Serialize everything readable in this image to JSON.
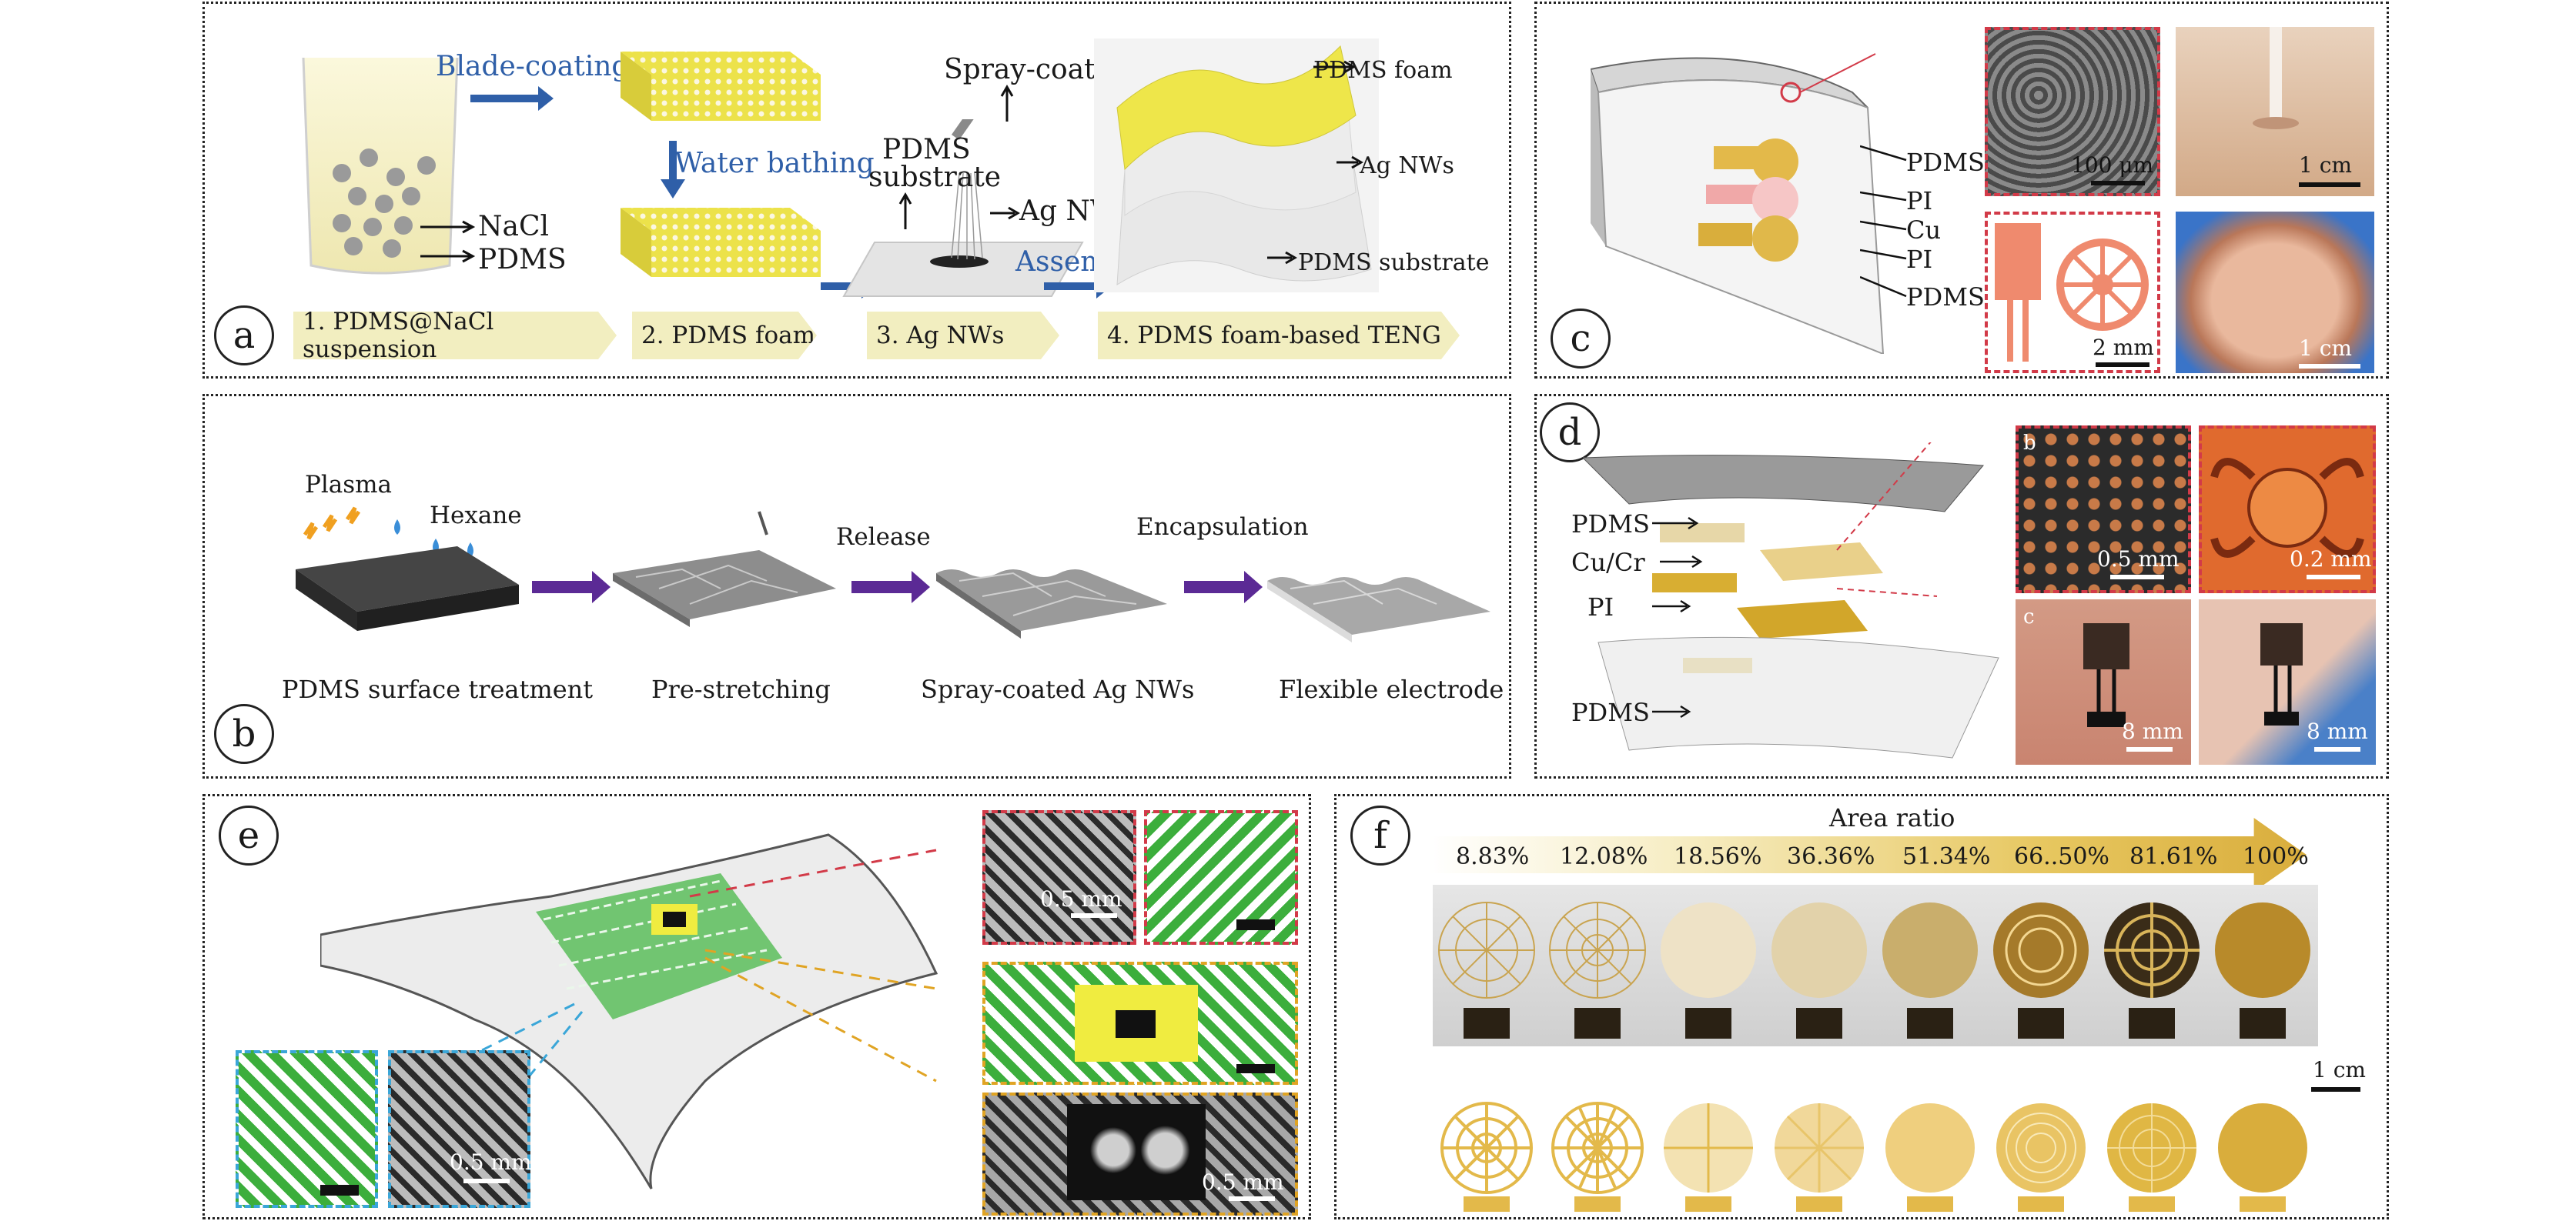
{
  "panel_a": {
    "letter": "a",
    "blade_coating": "Blade-coating",
    "water_bathing": "Water bathing",
    "spray_coater": "Spray-coater",
    "pdms_substrate_1": "PDMS",
    "pdms_substrate_2": "substrate",
    "ag_nws_center": "Ag NWs",
    "assembly": "Assembly",
    "nacl": "NaCl",
    "pdms": "PDMS",
    "pdms_foam_lbl": "PDMS foam",
    "ag_nws_lbl": "Ag NWs",
    "pdms_substrate_lbl": "PDMS substrate",
    "steps": [
      "1. PDMS@NaCl suspension",
      "2. PDMS foam",
      "3. Ag NWs",
      "4. PDMS foam-based TENG"
    ]
  },
  "panel_b": {
    "letter": "b",
    "plasma": "Plasma",
    "hexane": "Hexane",
    "release": "Release",
    "encapsulation": "Encapsulation",
    "captions": [
      "PDMS surface treatment",
      "Pre-stretching",
      "Spray-coated Ag NWs",
      "Flexible electrode"
    ]
  },
  "panel_c": {
    "letter": "c",
    "layers": [
      "PDMS",
      "PI",
      "Cu",
      "PI",
      "PDMS"
    ],
    "scale_sem": "100 μm",
    "scale_photo1": "1 cm",
    "scale_pattern": "2 mm",
    "scale_photo2": "1 cm"
  },
  "panel_d": {
    "letter": "d",
    "layers": [
      "PDMS",
      "Cu/Cr",
      "PI",
      "PDMS"
    ],
    "sub_b": "b",
    "sub_c": "c",
    "scale1": "0.5 mm",
    "scale2": "0.2 mm",
    "scale3": "8 mm",
    "scale4": "8 mm"
  },
  "panel_e": {
    "letter": "e",
    "scale_top": "0.5 mm",
    "scale_left": "0.5 mm",
    "scale_bottom": "0.5 mm"
  },
  "panel_f": {
    "letter": "f",
    "area_ratio": "Area ratio",
    "ratios": [
      "8.83%",
      "12.08%",
      "18.56%",
      "36.36%",
      "51.34%",
      "66..50%",
      "81.61%",
      "100%"
    ],
    "scale": "1 cm"
  },
  "colors": {
    "yellow": "#e8e04a",
    "gold": "#d9ad3c",
    "green": "#3cae3c",
    "purple": "#5b2a95",
    "blue_text": "#2f5fa8",
    "red_dash": "#d23a48"
  }
}
